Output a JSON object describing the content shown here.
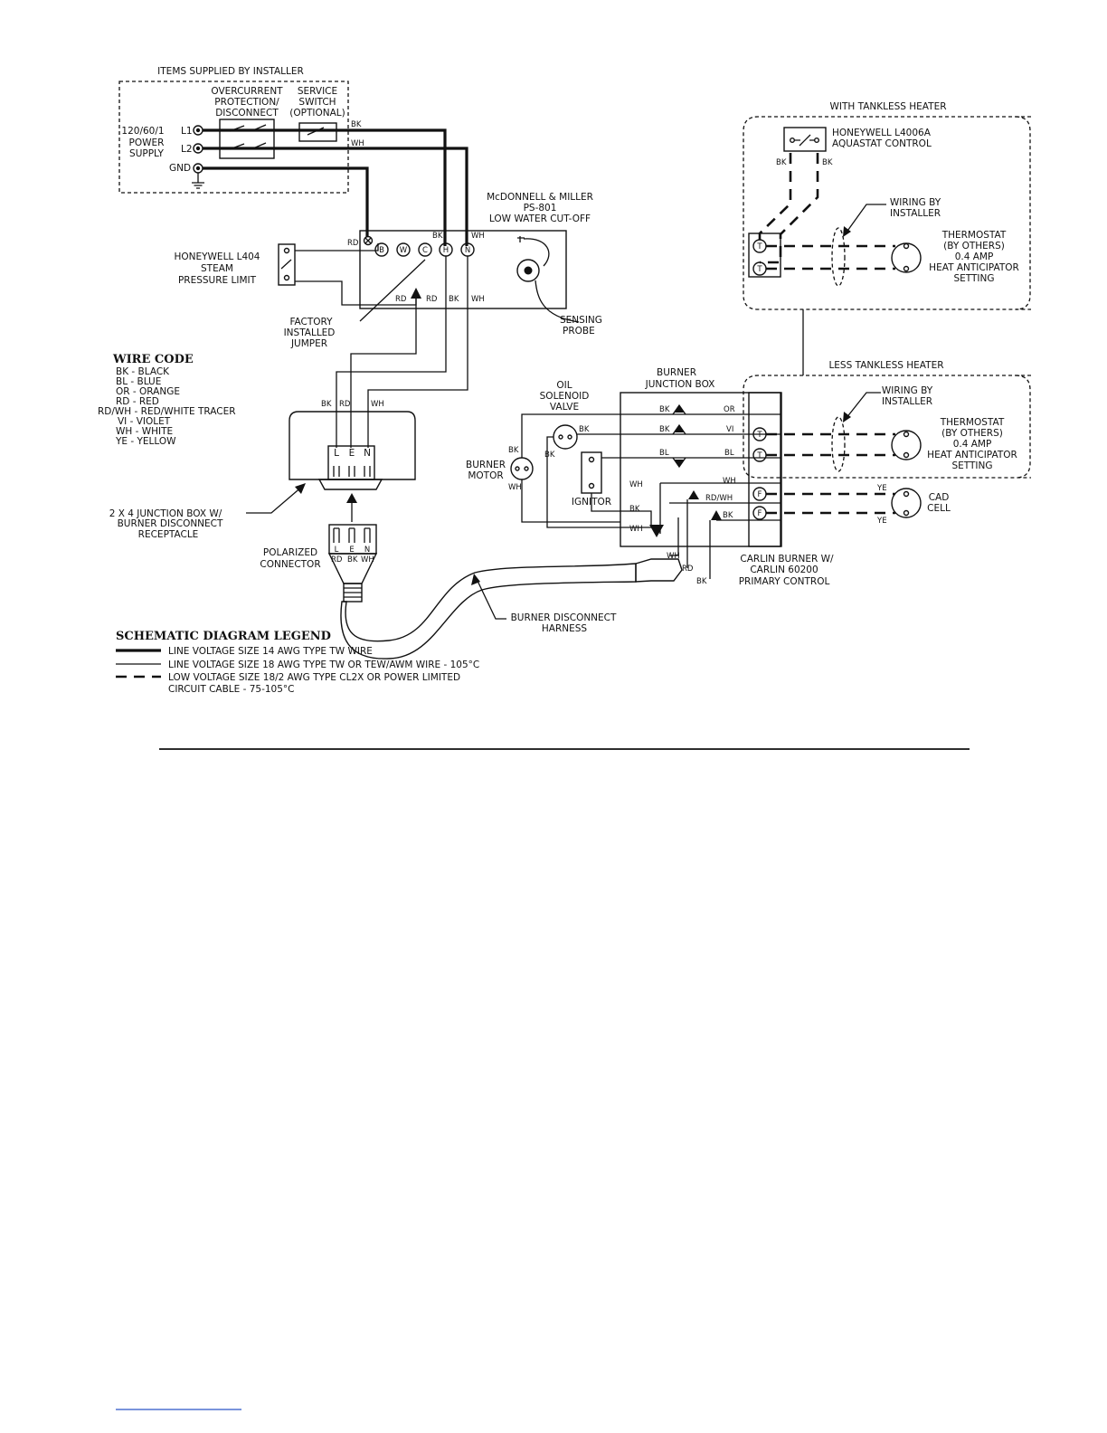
{
  "installer": {
    "title": "ITEMS SUPPLIED BY INSTALLER",
    "overcurrent": [
      "OVERCURRENT",
      "PROTECTION/",
      "DISCONNECT"
    ],
    "service": [
      "SERVICE",
      "SWITCH",
      "(OPTIONAL)"
    ],
    "power": [
      "120/60/1",
      "POWER",
      "SUPPLY"
    ],
    "l1": "L1",
    "l2": "L2",
    "gnd": "GND"
  },
  "lwco": {
    "lines": [
      "McDONNELL & MILLER",
      "PS-801",
      "LOW WATER CUT-OFF"
    ],
    "terminals": [
      "B",
      "W",
      "C",
      "H",
      "N"
    ]
  },
  "pressure_limit": [
    "HONEYWELL L404",
    "STEAM",
    "PRESSURE LIMIT"
  ],
  "jumper": [
    "FACTORY",
    "INSTALLED",
    "JUMPER"
  ],
  "probe": [
    "SENSING",
    "PROBE"
  ],
  "wire_code": {
    "title": "WIRE CODE",
    "items": [
      "BK - BLACK",
      "BL - BLUE",
      "OR - ORANGE",
      "RD - RED",
      "RD/WH - RED/WHITE TRACER",
      "VI - VIOLET",
      "WH - WHITE",
      "YE - YELLOW"
    ]
  },
  "jbox": {
    "label": [
      "2 X 4 JUNCTION BOX W/",
      "BURNER DISCONNECT",
      "RECEPTACLE"
    ],
    "pins": [
      "L",
      "E",
      "N"
    ]
  },
  "connector": {
    "label": [
      "POLARIZED",
      "CONNECTOR"
    ],
    "wires": [
      "RD",
      "BK",
      "WH"
    ]
  },
  "harness": [
    "BURNER DISCONNECT",
    "HARNESS"
  ],
  "legend": {
    "title": "SCHEMATIC DIAGRAM LEGEND",
    "items": [
      "LINE VOLTAGE SIZE 14 AWG TYPE TW WIRE",
      "LINE VOLTAGE SIZE 18 AWG TYPE TW OR TEW/AWM WIRE - 105°C",
      "LOW VOLTAGE SIZE 18/2 AWG TYPE CL2X OR POWER LIMITED",
      "CIRCUIT CABLE - 75-105°C"
    ]
  },
  "tankless": {
    "title": "WITH TANKLESS HEATER",
    "aquastat": [
      "HONEYWELL L4006A",
      "AQUASTAT CONTROL"
    ],
    "wiring": [
      "WIRING BY",
      "INSTALLER"
    ],
    "thermostat": [
      "THERMOSTAT",
      "(BY OTHERS)",
      "0.4 AMP",
      "HEAT ANTICIPATOR",
      "SETTING"
    ]
  },
  "less_tankless": {
    "title": "LESS TANKLESS HEATER",
    "wiring": [
      "WIRING BY",
      "INSTALLER"
    ],
    "thermostat": [
      "THERMOSTAT",
      "(BY OTHERS)",
      "0.4 AMP",
      "HEAT ANTICIPATOR",
      "SETTING"
    ],
    "cad": [
      "CAD",
      "CELL"
    ]
  },
  "burner": {
    "junction": [
      "BURNER",
      "JUNCTION BOX"
    ],
    "valve": [
      "OIL",
      "SOLENOID",
      "VALVE"
    ],
    "motor": [
      "BURNER",
      "MOTOR"
    ],
    "ignitor": "IGNITOR",
    "carlin": [
      "CARLIN BURNER W/",
      "CARLIN 60200",
      "PRIMARY CONTROL"
    ],
    "right_terms": [
      "OR",
      "VI",
      "BL",
      "WH",
      "RD/WH",
      "BK"
    ]
  },
  "terms": {
    "T": "T",
    "F": "F"
  },
  "wires": {
    "BK": "BK",
    "WH": "WH",
    "RD": "RD",
    "BL": "BL",
    "YE": "YE"
  }
}
